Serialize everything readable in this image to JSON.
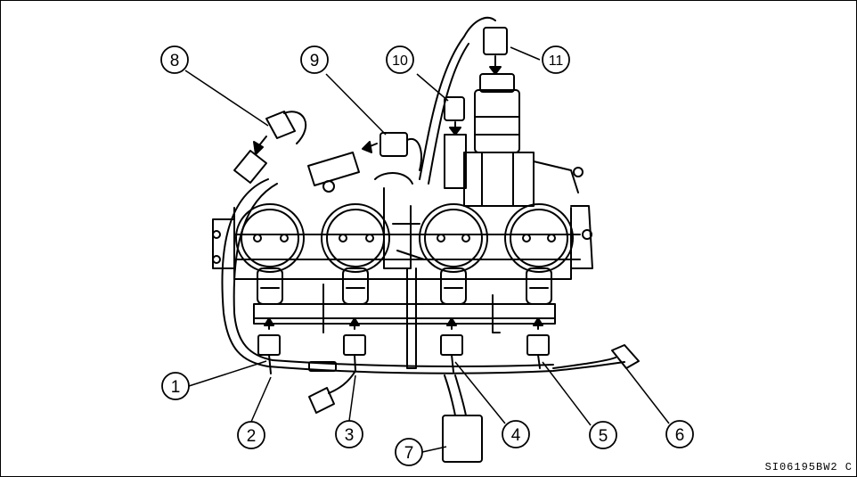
{
  "diagram": {
    "callouts": [
      {
        "id": "c1",
        "label": "1"
      },
      {
        "id": "c2",
        "label": "2"
      },
      {
        "id": "c3",
        "label": "3"
      },
      {
        "id": "c4",
        "label": "4"
      },
      {
        "id": "c5",
        "label": "5"
      },
      {
        "id": "c6",
        "label": "6"
      },
      {
        "id": "c7",
        "label": "7"
      },
      {
        "id": "c8",
        "label": "8"
      },
      {
        "id": "c9",
        "label": "9"
      },
      {
        "id": "c10",
        "label": "10"
      },
      {
        "id": "c11",
        "label": "11"
      }
    ],
    "figure_code": "SI06195BW2  C"
  }
}
